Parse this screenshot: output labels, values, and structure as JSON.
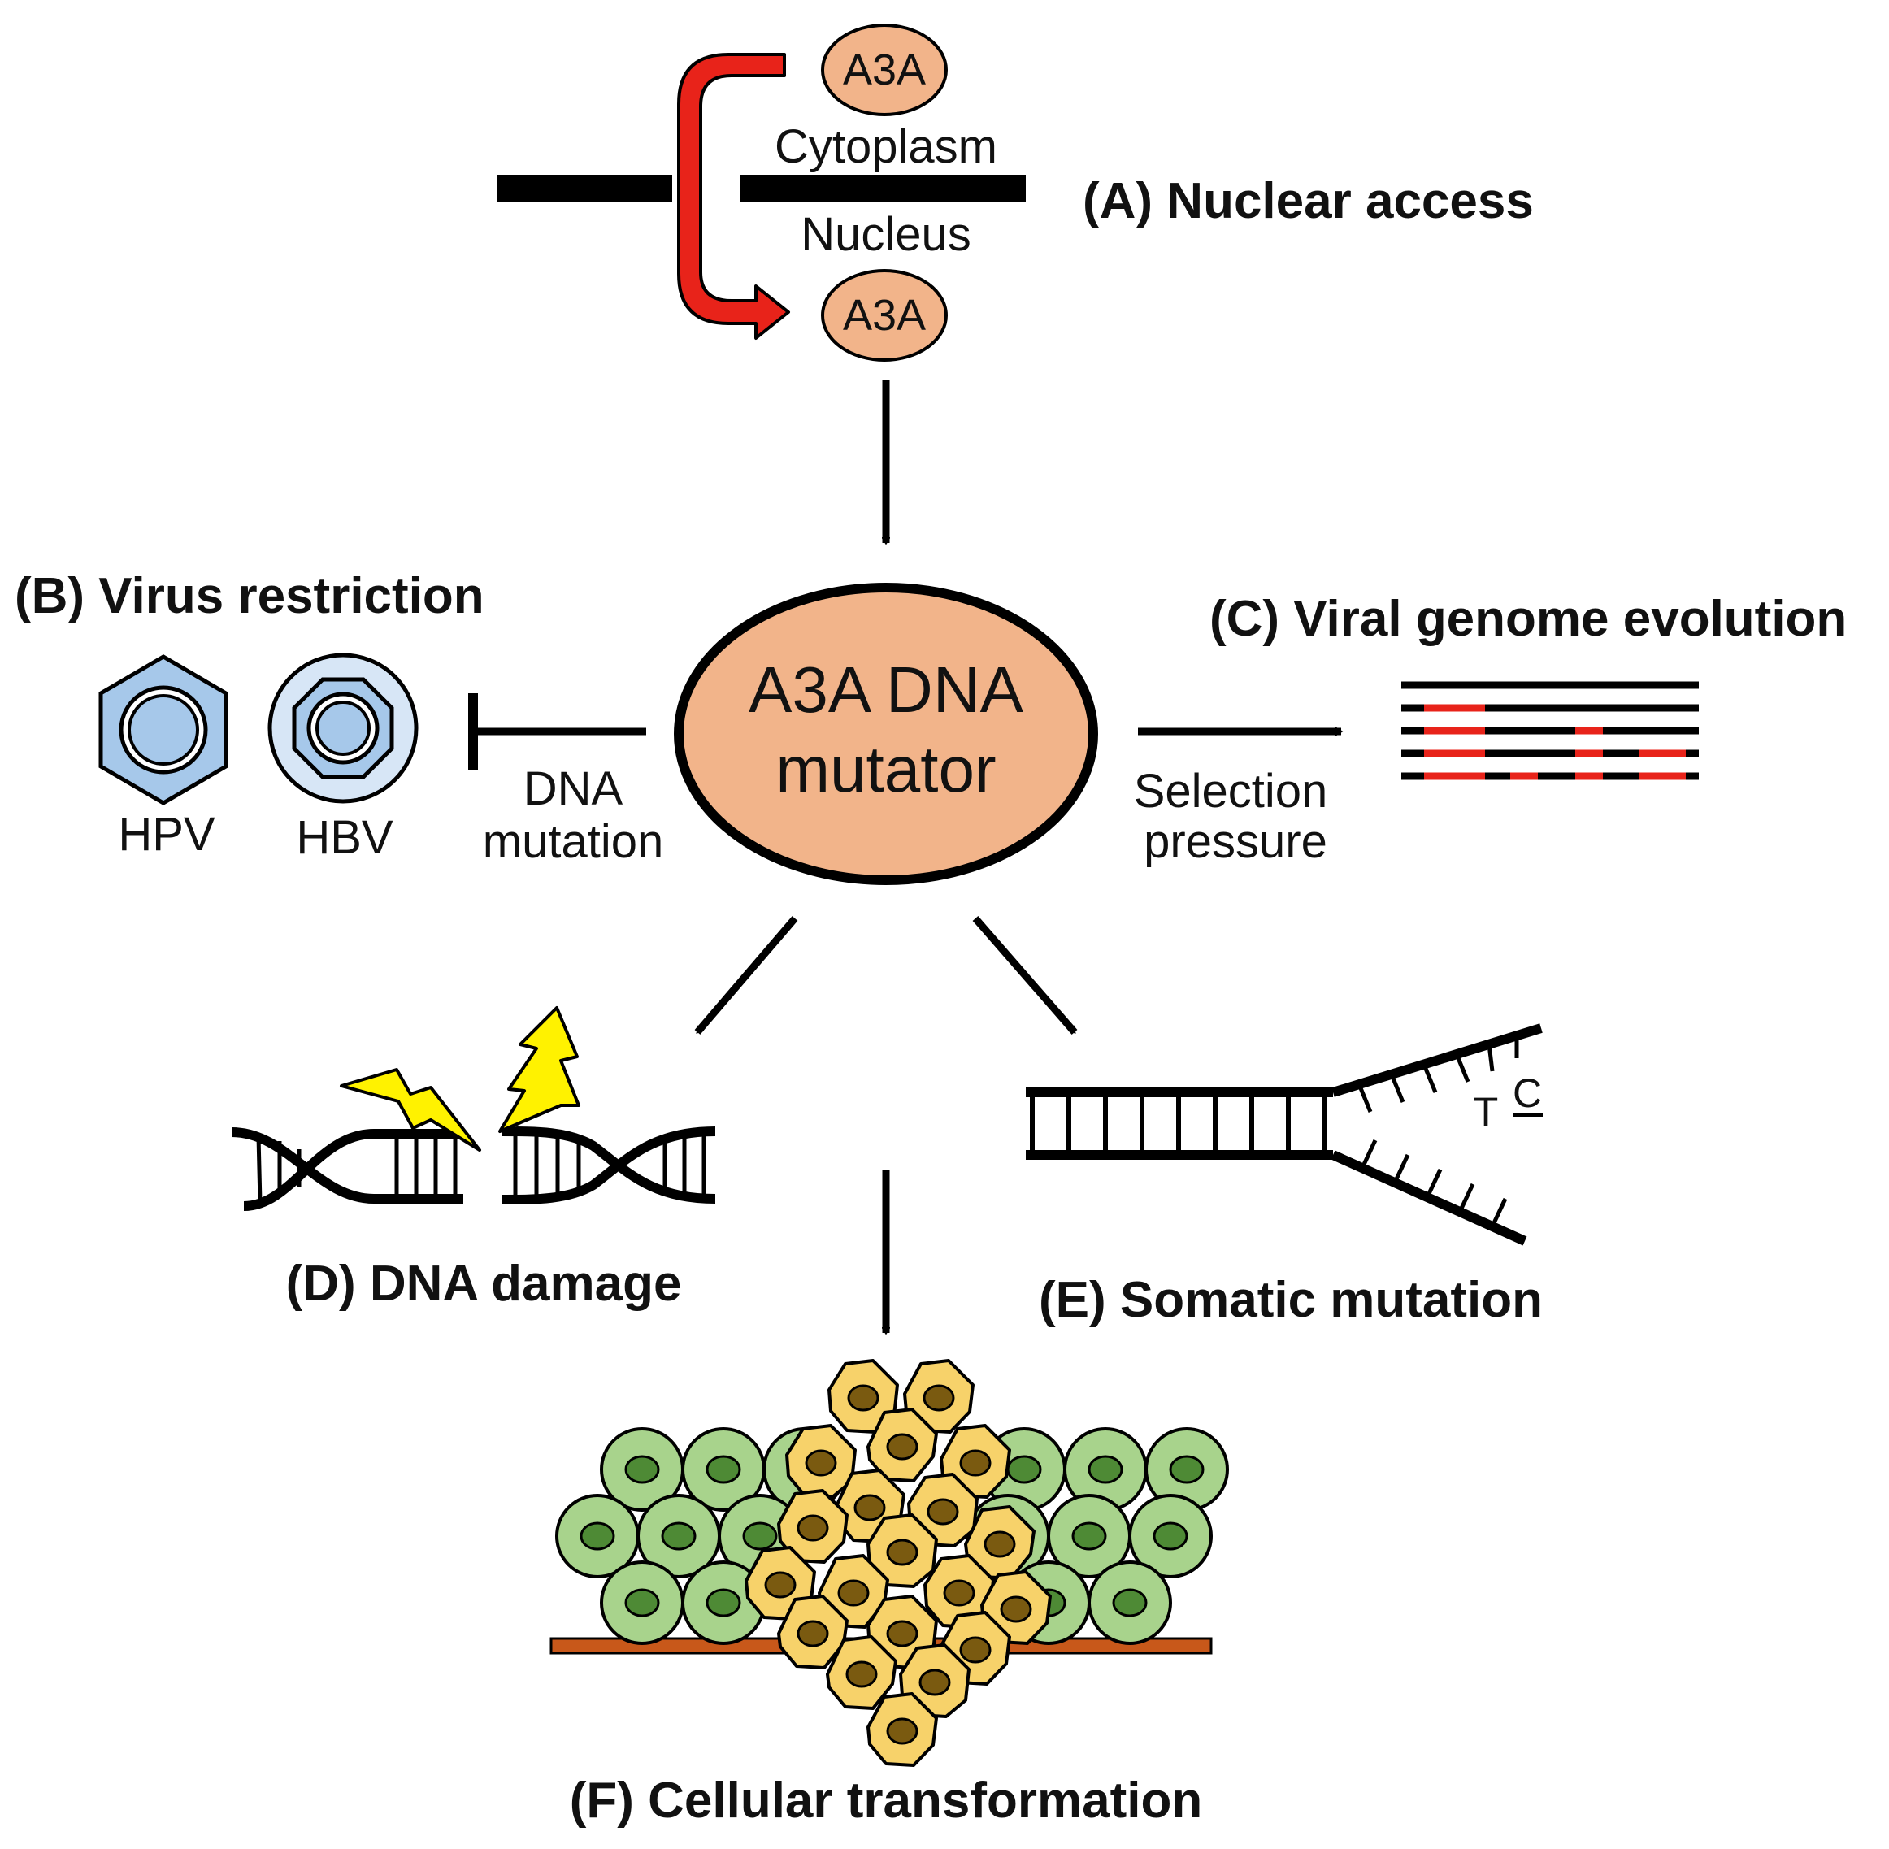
{
  "labels": {
    "a3a_top": "A3A",
    "cytoplasm": "Cytoplasm",
    "nucleus": "Nucleus",
    "a3a_bottom": "A3A",
    "nuclear_access": "(A) Nuclear access",
    "mutator_line1": "A3A DNA",
    "mutator_line2": "mutator",
    "virus_restriction": "(B) Virus restriction",
    "hpv": "HPV",
    "hbv": "HBV",
    "dna_mutation_line1": "DNA",
    "dna_mutation_line2": "mutation",
    "viral_genome_evolution": "(C) Viral genome evolution",
    "selection_line1": "Selection",
    "selection_line2": "pressure",
    "dna_damage": "(D) DNA damage",
    "somatic_mutation": "(E) Somatic mutation",
    "base_t": "T",
    "base_c": "C",
    "cellular_transformation": "(F) Cellular transformation"
  },
  "colors": {
    "enzyme_fill": "#F2B48A",
    "translocation_arrow": "#E8231A",
    "virus_fill": "#A6C8EA",
    "mutation_mark": "#E8231A",
    "lightning": "#FFF200",
    "normal_cell": "#A8D38C",
    "normal_nucleus": "#4E8A35",
    "transformed_cell": "#F7D26A",
    "transformed_nucleus": "#7A5A10",
    "basement_membrane": "#C8581A"
  },
  "icons": [
    "hpv-capsid-icon",
    "hbv-capsid-icon",
    "lightning-icon",
    "double-helix-icon",
    "replication-fork-icon",
    "cell-icon"
  ]
}
